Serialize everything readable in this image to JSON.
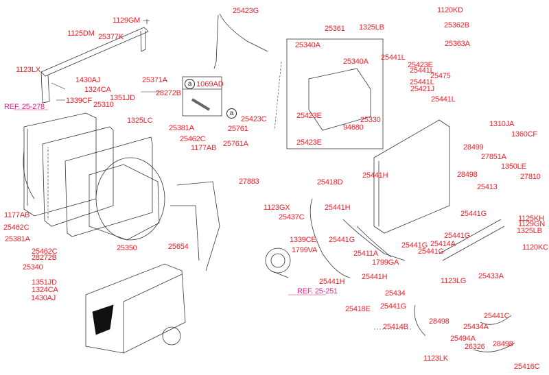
{
  "diagram": {
    "title": "Radiator / Cooling System exploded parts diagram",
    "label_color": "#ee1c25",
    "ref_color": "#e0218a",
    "line_color": "#333333",
    "references": [
      {
        "id": "ref-25-278",
        "text": "REF. 25-278"
      },
      {
        "id": "ref-25-251",
        "text": "REF. 25-251"
      }
    ],
    "inset": {
      "marker": "a",
      "part": "1069AD"
    },
    "callout_marker": "a",
    "labels": [
      {
        "id": "1129GM",
        "text": "1129GM"
      },
      {
        "id": "1125DM",
        "text": "1125DM"
      },
      {
        "id": "25377K",
        "text": "25377K"
      },
      {
        "id": "1123LX",
        "text": "1123LX"
      },
      {
        "id": "1430AJ-top",
        "text": "1430AJ"
      },
      {
        "id": "25371A",
        "text": "25371A"
      },
      {
        "id": "1324CA-top",
        "text": "1324CA"
      },
      {
        "id": "28272B-top",
        "text": "28272B"
      },
      {
        "id": "1339CF",
        "text": "1339CF"
      },
      {
        "id": "1351JD-top",
        "text": "1351JD"
      },
      {
        "id": "25310",
        "text": "25310"
      },
      {
        "id": "1325LC",
        "text": "1325LC"
      },
      {
        "id": "25381A-top",
        "text": "25381A"
      },
      {
        "id": "25462C-top",
        "text": "25462C"
      },
      {
        "id": "1177AB-top",
        "text": "1177AB"
      },
      {
        "id": "1177AB-left",
        "text": "1177AB"
      },
      {
        "id": "25462C-left",
        "text": "25462C"
      },
      {
        "id": "25381A-left",
        "text": "25381A"
      },
      {
        "id": "25350",
        "text": "25350"
      },
      {
        "id": "25462C-bot",
        "text": "25462C"
      },
      {
        "id": "28272B-bot",
        "text": "28272B"
      },
      {
        "id": "25340",
        "text": "25340"
      },
      {
        "id": "1351JD-bot",
        "text": "1351JD"
      },
      {
        "id": "1324CA-bot",
        "text": "1324CA"
      },
      {
        "id": "1430AJ-bot",
        "text": "1430AJ"
      },
      {
        "id": "25423G",
        "text": "25423G"
      },
      {
        "id": "25361",
        "text": "25361"
      },
      {
        "id": "25340A-1",
        "text": "25340A"
      },
      {
        "id": "25340A-2",
        "text": "25340A"
      },
      {
        "id": "25423C",
        "text": "25423C"
      },
      {
        "id": "25761",
        "text": "25761"
      },
      {
        "id": "25761A",
        "text": "25761A"
      },
      {
        "id": "25423E-1",
        "text": "25423E"
      },
      {
        "id": "94680",
        "text": "94680"
      },
      {
        "id": "25423E-2",
        "text": "25423E"
      },
      {
        "id": "25330",
        "text": "25330"
      },
      {
        "id": "1120KD",
        "text": "1120KD"
      },
      {
        "id": "1325LB-top",
        "text": "1325LB"
      },
      {
        "id": "25362B",
        "text": "25362B"
      },
      {
        "id": "25363A",
        "text": "25363A"
      },
      {
        "id": "25441L-1",
        "text": "25441L"
      },
      {
        "id": "25423E-3",
        "text": "25423E"
      },
      {
        "id": "25441L-2",
        "text": "25441L"
      },
      {
        "id": "25475",
        "text": "25475"
      },
      {
        "id": "25441L-3",
        "text": "25441L"
      },
      {
        "id": "25421J",
        "text": "25421J"
      },
      {
        "id": "25441L-4",
        "text": "25441L"
      },
      {
        "id": "1310JA",
        "text": "1310JA"
      },
      {
        "id": "1360CF",
        "text": "1360CF"
      },
      {
        "id": "28499",
        "text": "28499"
      },
      {
        "id": "27851A",
        "text": "27851A"
      },
      {
        "id": "1350LE",
        "text": "1350LE"
      },
      {
        "id": "27810",
        "text": "27810"
      },
      {
        "id": "28498-1",
        "text": "28498"
      },
      {
        "id": "25413",
        "text": "25413"
      },
      {
        "id": "25441H-1",
        "text": "25441H"
      },
      {
        "id": "25418D",
        "text": "25418D"
      },
      {
        "id": "27883",
        "text": "27883"
      },
      {
        "id": "1123GX",
        "text": "1123GX"
      },
      {
        "id": "25441H-2",
        "text": "25441H"
      },
      {
        "id": "25437C",
        "text": "25437C"
      },
      {
        "id": "25441G-1",
        "text": "25441G"
      },
      {
        "id": "1125KH",
        "text": "1125KH"
      },
      {
        "id": "1129GN",
        "text": "1129GN"
      },
      {
        "id": "1325LB-bot",
        "text": "1325LB"
      },
      {
        "id": "1339CE",
        "text": "1339CE"
      },
      {
        "id": "25441G-2",
        "text": "25441G"
      },
      {
        "id": "25654",
        "text": "25654"
      },
      {
        "id": "1799VA",
        "text": "1799VA"
      },
      {
        "id": "25411A",
        "text": "25411A"
      },
      {
        "id": "25441G-3",
        "text": "25441G"
      },
      {
        "id": "25414A",
        "text": "25414A"
      },
      {
        "id": "25441G-4",
        "text": "25441G"
      },
      {
        "id": "25441G-5",
        "text": "25441G"
      },
      {
        "id": "1120KC",
        "text": "1120KC"
      },
      {
        "id": "1799GA",
        "text": "1799GA"
      },
      {
        "id": "25433A",
        "text": "25433A"
      },
      {
        "id": "25441H-3",
        "text": "25441H"
      },
      {
        "id": "25441H-4",
        "text": "25441H"
      },
      {
        "id": "1123LG",
        "text": "1123LG"
      },
      {
        "id": "25434",
        "text": "25434"
      },
      {
        "id": "25418E",
        "text": "25418E"
      },
      {
        "id": "25441G-6",
        "text": "25441G"
      },
      {
        "id": "25441C",
        "text": "25441C"
      },
      {
        "id": "28498-2",
        "text": "28498"
      },
      {
        "id": "25434A",
        "text": "25434A"
      },
      {
        "id": "25414B",
        "text": "25414B"
      },
      {
        "id": "25494A",
        "text": "25494A"
      },
      {
        "id": "28498-3",
        "text": "28498"
      },
      {
        "id": "26326",
        "text": "26326"
      },
      {
        "id": "1123LK",
        "text": "1123LK"
      },
      {
        "id": "25416C",
        "text": "25416C"
      }
    ]
  }
}
